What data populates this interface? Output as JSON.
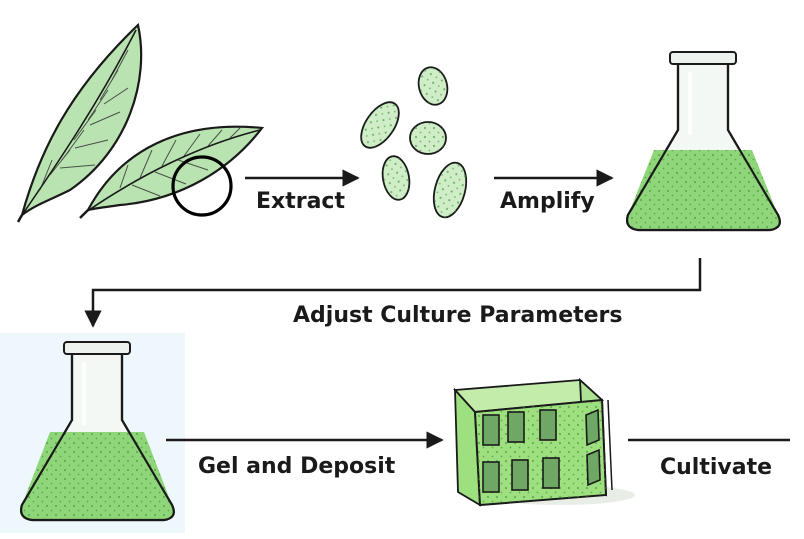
{
  "steps": {
    "extract": "Extract",
    "amplify": "Amplify",
    "adjust": "Adjust Culture Parameters",
    "gel": "Gel and Deposit",
    "cultivate": "Cultivate"
  },
  "colors": {
    "outline": "#1a1a1a",
    "leaf_green": "#b9e3b0",
    "cell_green": "#cfeec8",
    "culture_green": "#8fd67a",
    "scaffold_green": "#9ee07f"
  }
}
